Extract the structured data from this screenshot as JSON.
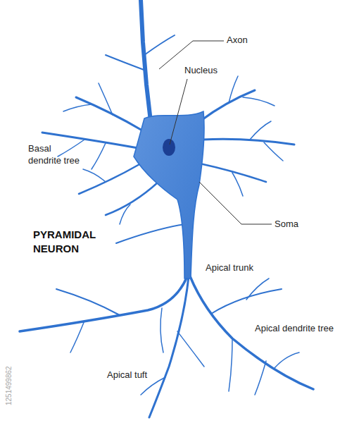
{
  "diagram": {
    "title": "PYRAMIDAL NEURON",
    "labels": [
      "Axon",
      "Nucleus",
      "Basal dendrite tree",
      "Soma",
      "Apical trunk",
      "Apical dendrite tree",
      "Apical tuft",
      "1251499862"
    ]
  }
}
